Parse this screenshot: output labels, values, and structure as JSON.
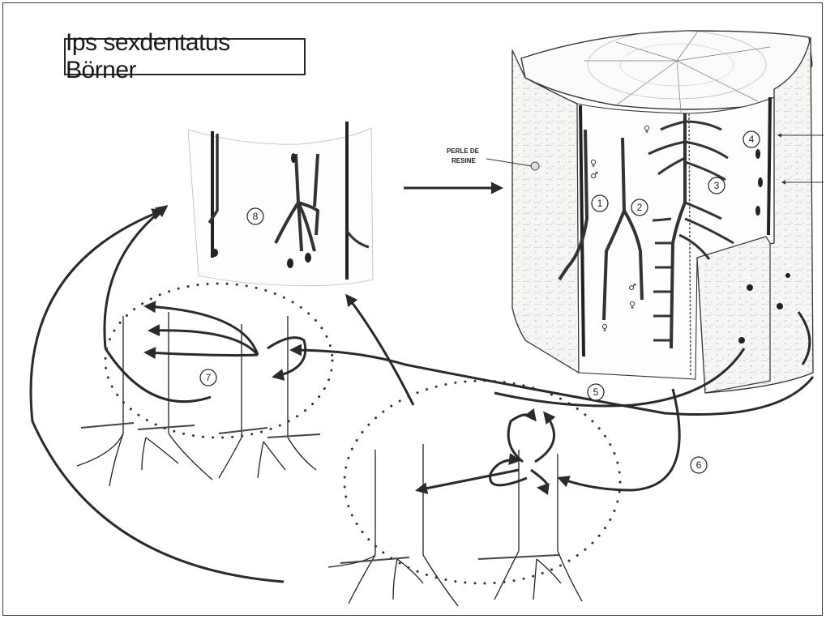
{
  "title": "Ips sexdentatus Börner",
  "resin_label": [
    "PERLE DE",
    "RESINE"
  ],
  "stage_numbers": [
    "1",
    "2",
    "3",
    "4",
    "5",
    "6",
    "7",
    "8"
  ],
  "symbols": {
    "female": "♀",
    "male": "♂"
  }
}
